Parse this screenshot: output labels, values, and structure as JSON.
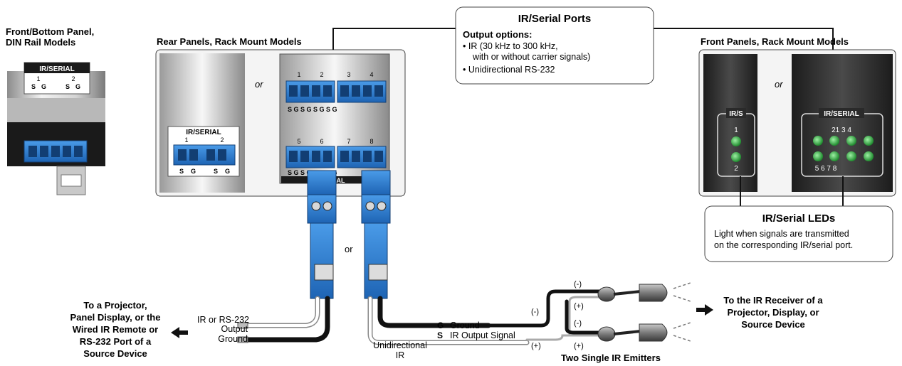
{
  "din_panel": {
    "heading_line1": "Front/Bottom Panel,",
    "heading_line2": "DIN Rail Models",
    "label": "IR/SERIAL",
    "ports": [
      "1",
      "2"
    ],
    "pin_labels": [
      "S",
      "G",
      "S",
      "G"
    ]
  },
  "rear_panel": {
    "heading": "Rear Panels, Rack Mount Models",
    "or_text": "or",
    "small_label": "IR/SERIAL",
    "small_ports": [
      "1",
      "2"
    ],
    "small_pins": [
      "S",
      "G",
      "S",
      "G"
    ],
    "top_ports": [
      "1",
      "2",
      "3",
      "4"
    ],
    "top_pins": "S G S G S G S G",
    "bottom_ports": [
      "5",
      "6",
      "7",
      "8"
    ],
    "bottom_pins": "S G S G S G S G",
    "bottom_label": "SERIAL"
  },
  "callout_ports": {
    "title": "IR/Serial Ports",
    "subtitle": "Output options:",
    "bullet1_line1": "• IR (30 kHz to 300 kHz,",
    "bullet1_line2": "with or without carrier signals)",
    "bullet2": "• Unidirectional RS-232"
  },
  "front_panels": {
    "heading": "Front Panels, Rack Mount  Models",
    "or_text": "or",
    "irs_label": "IR/S",
    "irs_numbers": [
      "1",
      "2"
    ],
    "serial_label": "IR/SERIAL",
    "serial_top_numbers": "21 3 4",
    "serial_bottom_numbers": "5 6 7 8"
  },
  "callout_leds": {
    "title": "IR/Serial LEDs",
    "line1": "Light when signals are transmitted",
    "line2": "on the corresponding IR/serial port."
  },
  "cabling": {
    "or_text": "or",
    "left_output_line1": "IR or RS-232",
    "left_output_line2": "Output",
    "left_ground": "Ground",
    "left_dest_line1": "To a Projector,",
    "left_dest_line2": "Panel Display, or the",
    "left_dest_line3": "Wired IR Remote or",
    "left_dest_line4": "RS-232 Port of a",
    "left_dest_line5": "Source Device",
    "unidirectional_line1": "Unidirectional",
    "unidirectional_line2": "IR",
    "g_letter": "G",
    "s_letter": "S",
    "ground_label": "Ground",
    "signal_label": "IR Output Signal",
    "neg": "(-)",
    "pos": "(+)",
    "emitters_label": "Two Single IR Emitters",
    "right_dest_line1": "To the IR Receiver of a",
    "right_dest_line2": "Projector, Display, or",
    "right_dest_line3": "Source Device"
  },
  "colors": {
    "connector_blue": "#2f7fd0",
    "connector_dark": "#1f5fa8",
    "led_green": "#38b84a",
    "panel_dark": "#2a2a2a"
  }
}
